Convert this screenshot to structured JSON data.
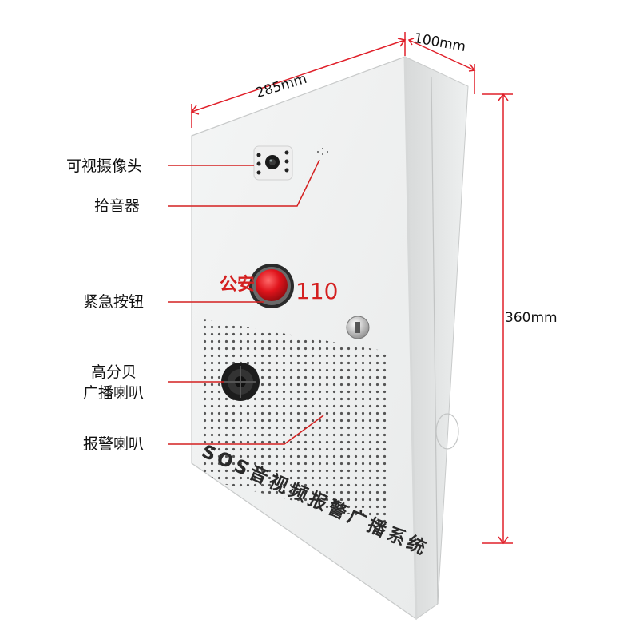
{
  "dimensions": {
    "width": "285mm",
    "depth": "100mm",
    "height": "360mm"
  },
  "callouts": {
    "camera": "可视摄像头",
    "microphone": "拾音器",
    "emergency_button": "紧急按钮",
    "broadcast_speaker_line1": "高分贝",
    "broadcast_speaker_line2": "广播喇叭",
    "alarm_speaker": "报警喇叭"
  },
  "panel": {
    "police_label": "公安",
    "emergency_number": "110",
    "system_name": "SOS音视频报警广播系统"
  },
  "colors": {
    "dimension_line": "#e0202a",
    "callout_line": "#d42020",
    "button_red": "#e0141c",
    "panel_text": "#2a2a2a"
  }
}
